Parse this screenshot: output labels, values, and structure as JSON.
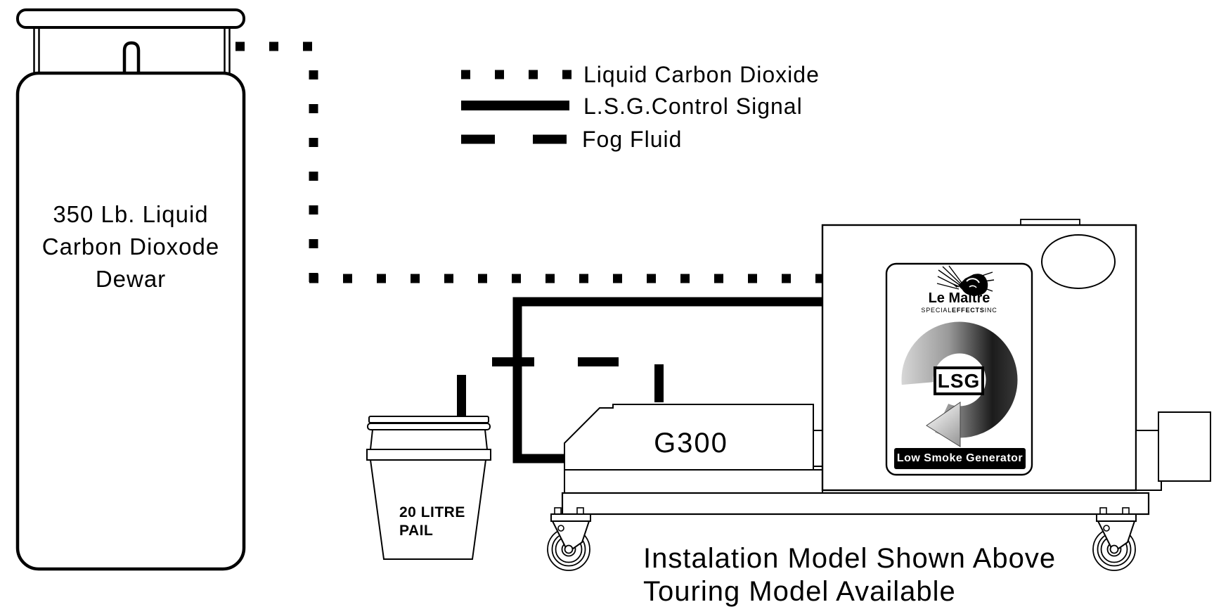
{
  "dewar": {
    "line1": "350 Lb. Liquid",
    "line2": "Carbon Dioxode",
    "line3": "Dewar"
  },
  "legend": {
    "co2_label": "Liquid Carbon Dioxide",
    "control_label": "L.S.G.Control Signal",
    "fog_label": "Fog Fluid"
  },
  "pail": {
    "line1": "20 LITRE",
    "line2": "PAIL"
  },
  "g300": {
    "label": "G300"
  },
  "plate": {
    "brand": "Le Maitre",
    "sub1": "SPECIAL",
    "sub2": "EFFECTS",
    "sub3": "INC",
    "badge": "LSG",
    "caption": "Low Smoke Generator"
  },
  "caption": {
    "line1": "Instalation Model Shown Above",
    "line2": "Touring Model Available"
  },
  "colors": {
    "ink": "#000000",
    "paper": "#ffffff",
    "swirl_light": "#d6d6d6",
    "swirl_dark": "#161616",
    "bar_bg": "#000000",
    "bar_fg": "#ffffff"
  }
}
